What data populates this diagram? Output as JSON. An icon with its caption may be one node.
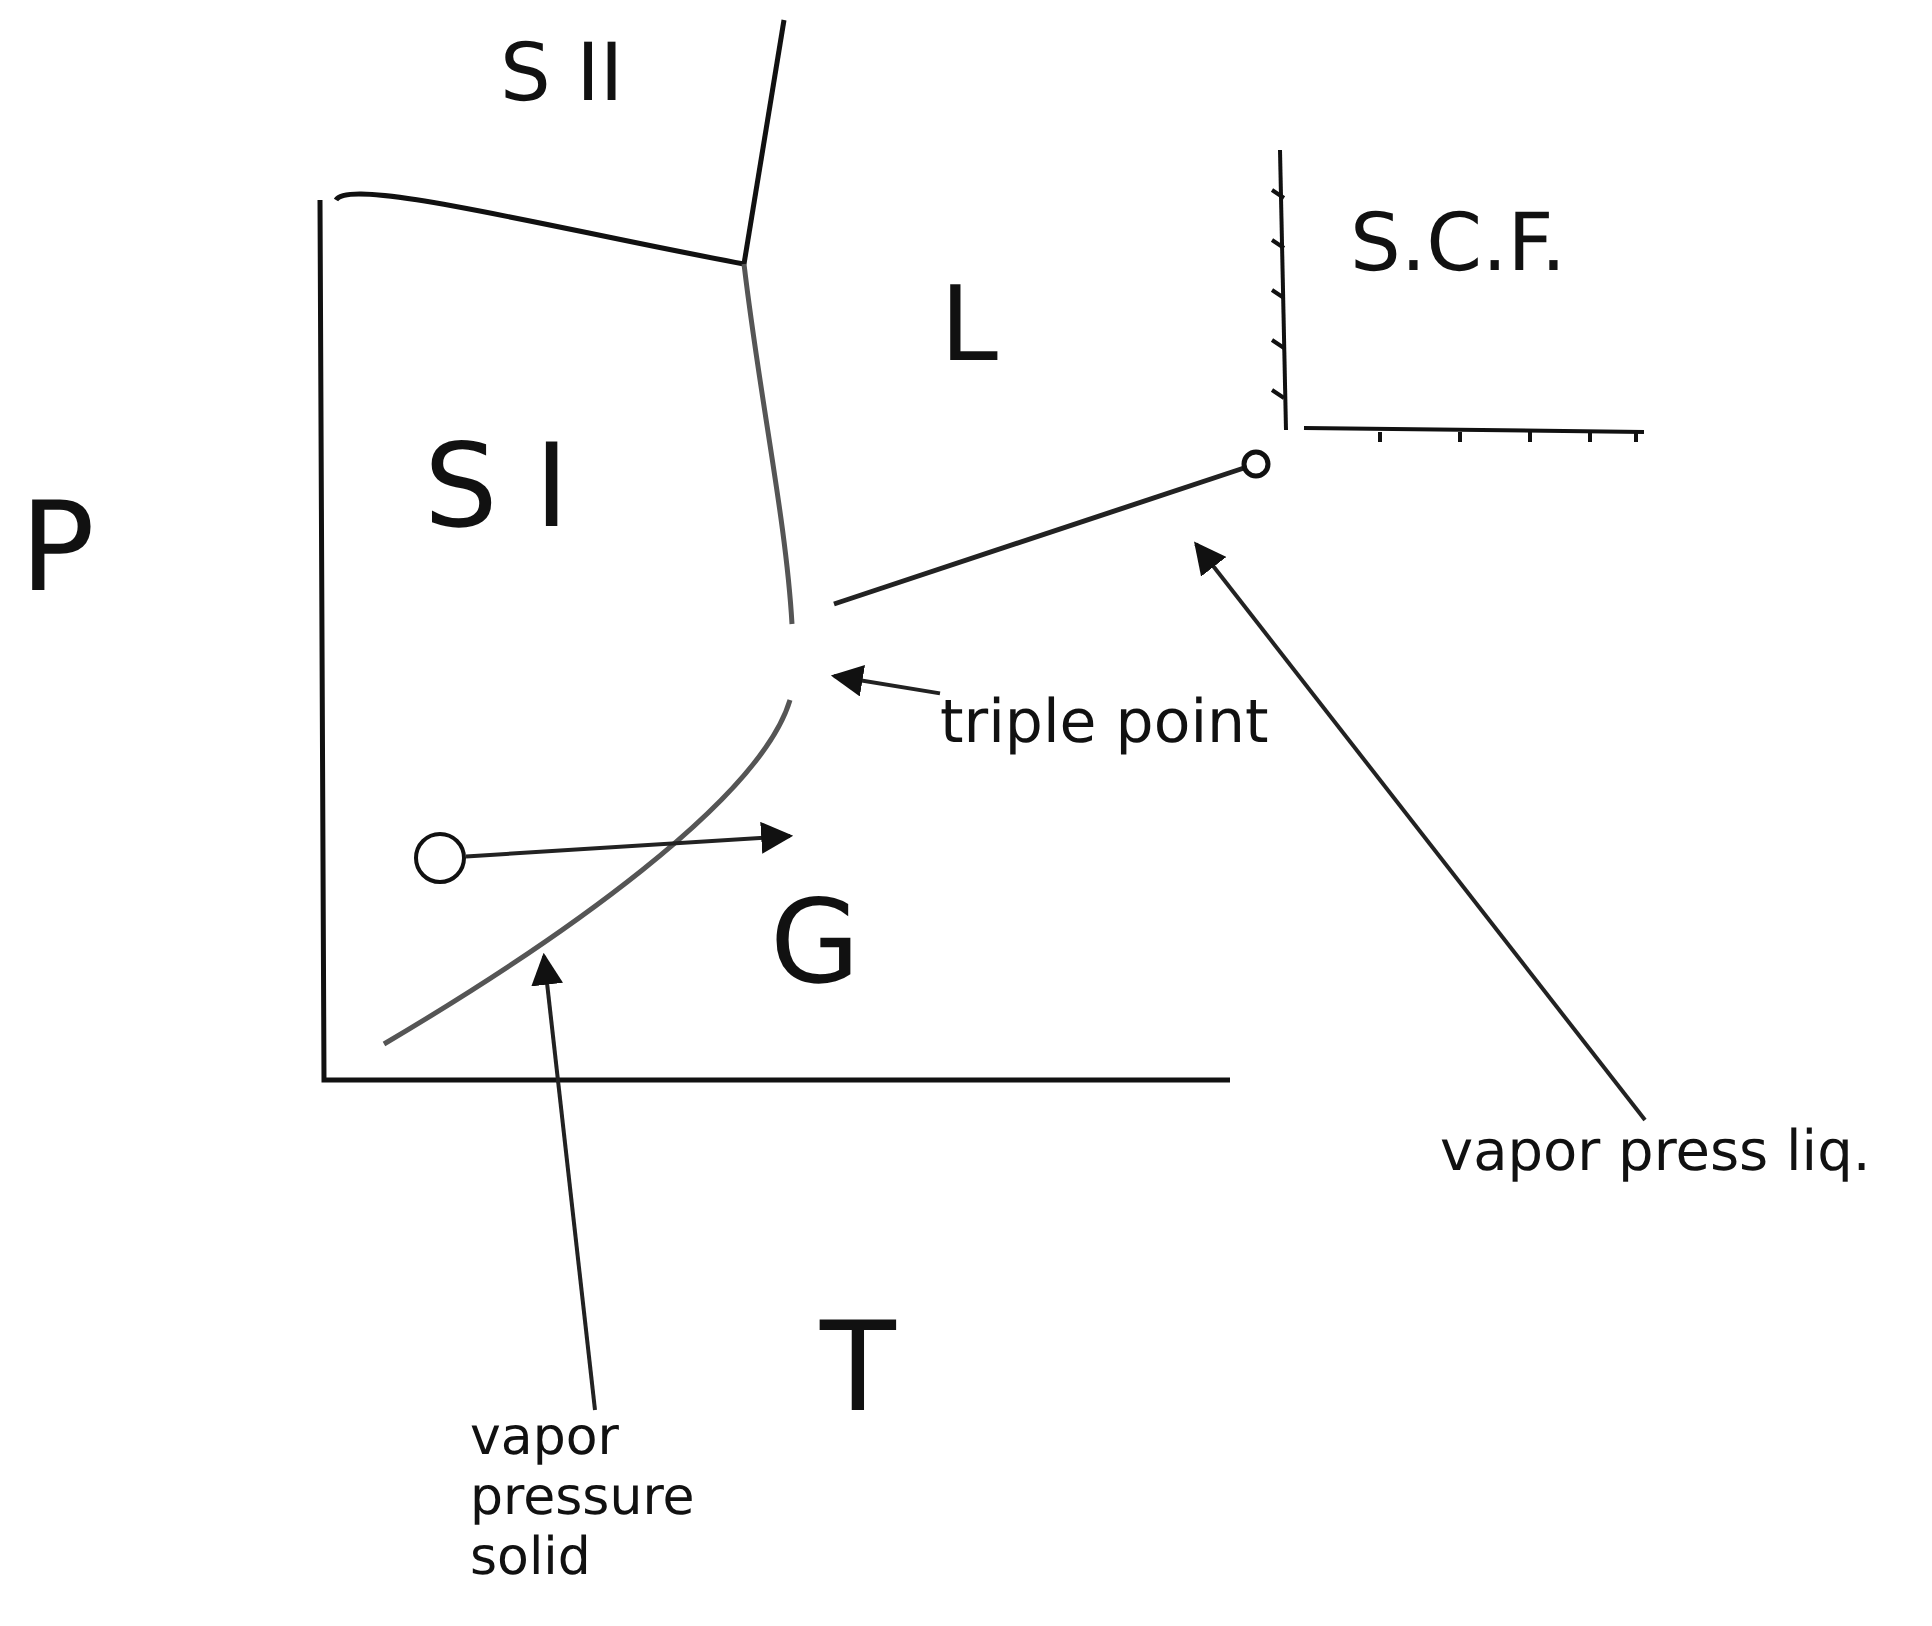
{
  "diagram": {
    "nodes": [
      {
        "text": [
          "triple point"
        ]
      },
      {
        "text": [
          "vapor press liq."
        ]
      },
      {
        "text": [
          "vapor pressure solid"
        ]
      },
      {
        "text": [],
        "shape": "circle"
      }
    ],
    "edges": [
      {
        "from": 0,
        "to": null,
        "arrow": "to"
      },
      {
        "from": 1,
        "to": null,
        "arrow": "to"
      },
      {
        "from": 2,
        "to": null,
        "arrow": "to"
      },
      {
        "from": 3,
        "to": null,
        "arrow": "to"
      }
    ],
    "labels": [
      "S II",
      "L",
      "S.C.F.",
      "P",
      "S I",
      "G",
      "T"
    ]
  }
}
